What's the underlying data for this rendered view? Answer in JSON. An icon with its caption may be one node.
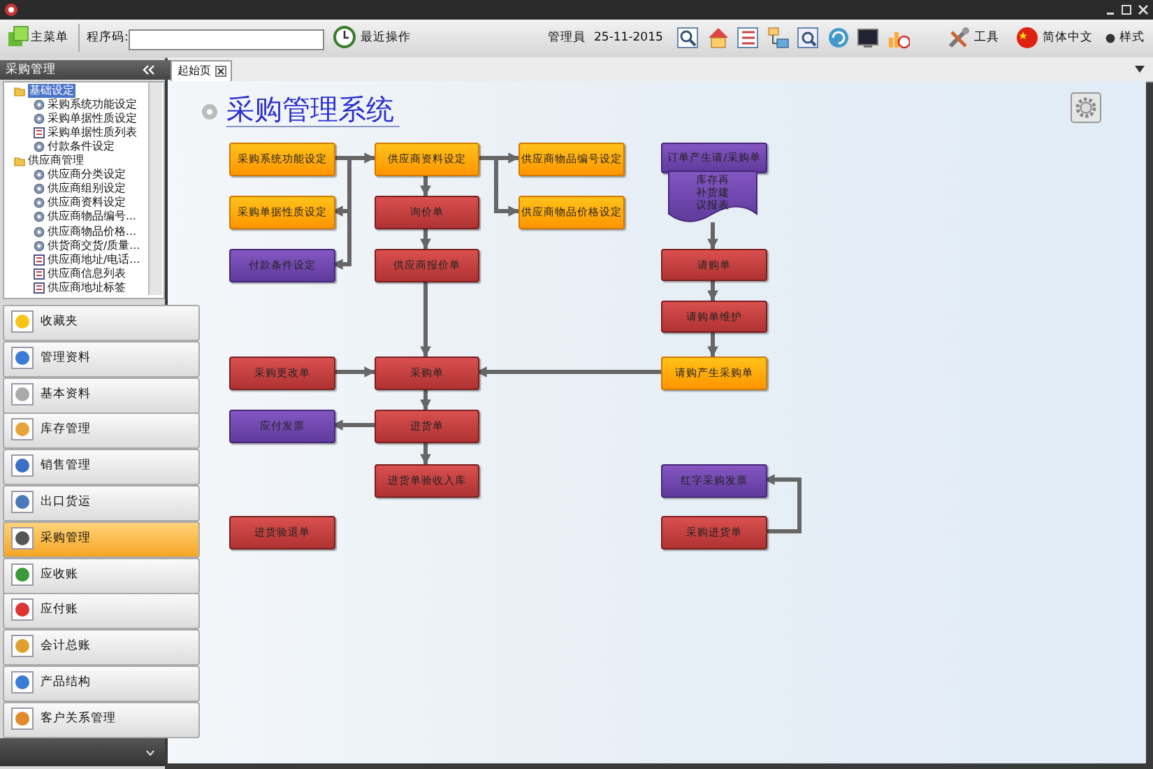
{
  "diagram": {
    "title": "采购管理系统",
    "nodes": [
      {
        "text": [
          "采购系统功能设定"
        ]
      },
      {
        "text": [
          "供应商资料设定"
        ]
      },
      {
        "text": [
          "供应商物品编号设定"
        ]
      },
      {
        "text": [
          "订单产生请/采购单"
        ]
      },
      {
        "text": [
          "库存再补货建议报表"
        ]
      },
      {
        "text": [
          "采购单据性质设定"
        ]
      },
      {
        "text": [
          "询价单"
        ]
      },
      {
        "text": [
          "供应商物品价格设定"
        ]
      },
      {
        "text": [
          "付款条件设定"
        ]
      },
      {
        "text": [
          "供应商报价单"
        ]
      },
      {
        "text": [
          "请购单"
        ]
      },
      {
        "text": [
          "请购单维护"
        ]
      },
      {
        "text": [
          "采购更改单"
        ]
      },
      {
        "text": [
          "采购单"
        ]
      },
      {
        "text": [
          "请购产生采购单"
        ]
      },
      {
        "text": [
          "应付发票"
        ]
      },
      {
        "text": [
          "进货单"
        ]
      },
      {
        "text": [
          "红字采购发票"
        ]
      },
      {
        "text": [
          "进货单验收入库"
        ]
      },
      {
        "text": [
          "进货验退单"
        ]
      },
      {
        "text": [
          "采购进货单"
        ]
      }
    ],
    "edges": [
      {
        "from": 0,
        "to": 1,
        "arrow": "to"
      },
      {
        "from": 0,
        "to": 5,
        "arrow": "to"
      },
      {
        "from": 0,
        "to": 8,
        "arrow": "to"
      },
      {
        "from": 1,
        "to": 2,
        "arrow": "to"
      },
      {
        "from": 1,
        "to": 7,
        "arrow": "to"
      },
      {
        "from": 1,
        "to": 6,
        "arrow": "to"
      },
      {
        "from": 6,
        "to": 9,
        "arrow": "to"
      },
      {
        "from": 9,
        "to": 13,
        "arrow": "to"
      },
      {
        "from": 12,
        "to": 13,
        "arrow": "to"
      },
      {
        "from": 14,
        "to": 13,
        "arrow": "to"
      },
      {
        "from": 13,
        "to": 16,
        "arrow": "to"
      },
      {
        "from": 16,
        "to": 15,
        "arrow": "to"
      },
      {
        "from": 16,
        "to": 18,
        "arrow": "to"
      },
      {
        "from": 4,
        "to": 10,
        "arrow": "to"
      },
      {
        "from": 10,
        "to": 11,
        "arrow": "to"
      },
      {
        "from": 11,
        "to": 14,
        "arrow": "to"
      },
      {
        "from": 20,
        "to": 17,
        "arrow": "to"
      }
    ],
    "labels": [
      "主菜单",
      "程序码:",
      "最近操作",
      "管理員",
      "25-11-2015",
      "工具",
      "简体中文",
      "样式",
      "采购管理",
      "起始页",
      "基础设定",
      "采购系统功能设定",
      "采购单据性质设定",
      "采购单据性质列表",
      "付款条件设定",
      "供应商管理",
      "供应商分类设定",
      "供应商组别设定",
      "供应商资料设定",
      "供应商物品编号...",
      "供应商物品价格...",
      "供货商交货/质量...",
      "供应商地址/电话...",
      "供应商信息列表",
      "供应商地址标签",
      "收藏夹",
      "管理资料",
      "基本资料",
      "库存管理",
      "销售管理",
      "出口货运",
      "采购管理",
      "应收账",
      "应付账",
      "会计总账",
      "产品结构",
      "客户关系管理"
    ]
  }
}
